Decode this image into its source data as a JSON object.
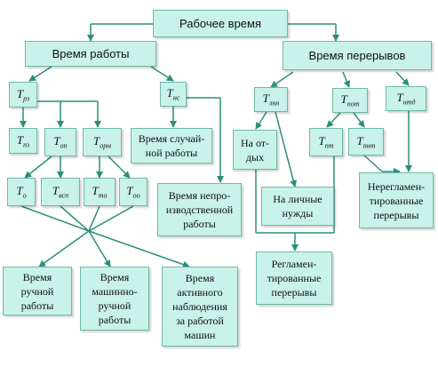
{
  "nodes": {
    "root": "Рабочее время",
    "work": "Время работы",
    "breaks": "Время перерывов",
    "t_rz": {
      "base": "T",
      "sub": "рз"
    },
    "t_ns": {
      "base": "T",
      "sub": "нс"
    },
    "t_lnn": {
      "base": "T",
      "sub": "лнн"
    },
    "t_pot": {
      "base": "T",
      "sub": "пот"
    },
    "t_ntd": {
      "base": "T",
      "sub": "нтд"
    },
    "t_pz": {
      "base": "T",
      "sub": "пз"
    },
    "t_op": {
      "base": "T",
      "sub": "оп"
    },
    "t_orm": {
      "base": "T",
      "sub": "орм"
    },
    "t_o": {
      "base": "T",
      "sub": "о"
    },
    "t_vsp": {
      "base": "T",
      "sub": "всп"
    },
    "t_to": {
      "base": "T",
      "sub": "то"
    },
    "t_oo": {
      "base": "T",
      "sub": "оо"
    },
    "t_pt": {
      "base": "T",
      "sub": "пт"
    },
    "t_pnt": {
      "base": "T",
      "sub": "пнт"
    },
    "random_work": [
      "Время случай-",
      "ной работы"
    ],
    "unproductive": [
      "Время непро-",
      "изводственной",
      "работы"
    ],
    "rest": [
      "На от-",
      "дых"
    ],
    "personal": [
      "На личные",
      "нужды"
    ],
    "regulated": [
      "Регламен-",
      "тированные",
      "перерывы"
    ],
    "unregulated": [
      "Нерегламен-",
      "тированные",
      "перерывы"
    ],
    "manual": [
      "Время",
      "ручной",
      "работы"
    ],
    "machine_manual": [
      "Время",
      "машинно-",
      "ручной",
      "работы"
    ],
    "active": [
      "Время",
      "активного",
      "наблюдения",
      "за работой",
      "машин"
    ]
  },
  "colors": {
    "box_fill": "#c8f2ea",
    "box_border": "#6fb9a7",
    "arrow": "#2a8f79"
  }
}
